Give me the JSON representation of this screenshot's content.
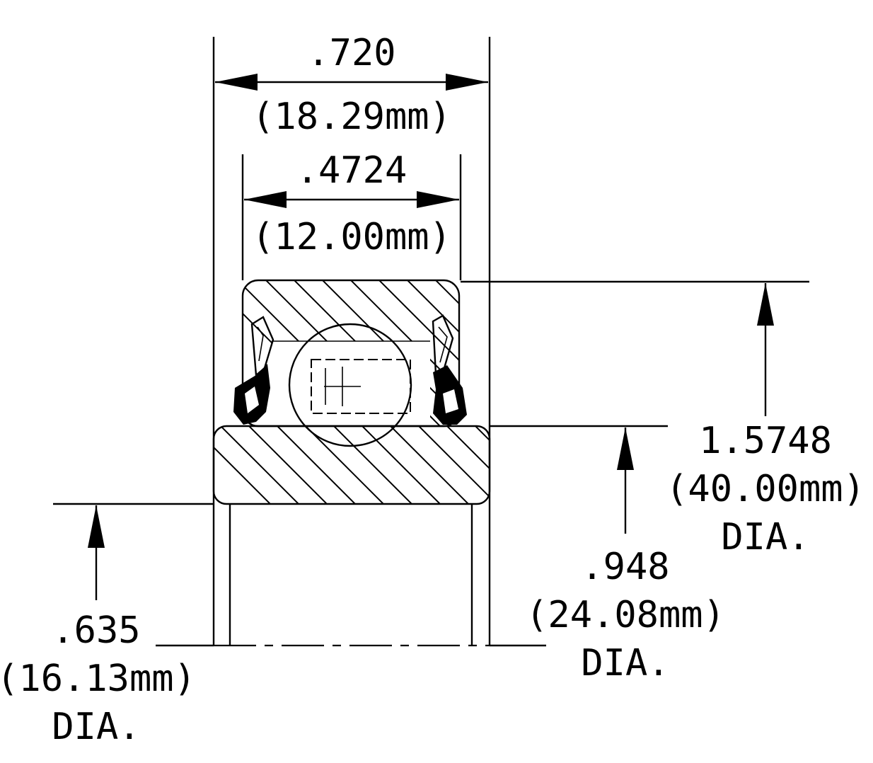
{
  "dimensions": {
    "overall_width": {
      "inch": ".720",
      "mm": "(18.29mm)"
    },
    "ring_width": {
      "inch": ".4724",
      "mm": "(12.00mm)"
    },
    "outer_diameter": {
      "inch": "1.5748",
      "mm": "(40.00mm)",
      "suffix": "DIA."
    },
    "inner_ring_od": {
      "inch": ".948",
      "mm": "(24.08mm)",
      "suffix": "DIA."
    },
    "bore": {
      "inch": ".635",
      "mm": "(16.13mm)",
      "suffix": "DIA."
    }
  }
}
